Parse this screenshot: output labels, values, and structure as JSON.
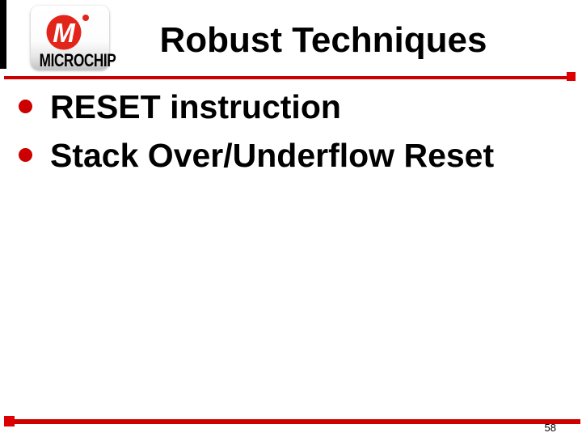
{
  "slide": {
    "title": "Robust Techniques",
    "bullets": [
      {
        "label": "RESET instruction"
      },
      {
        "label": "Stack Over/Underflow Reset"
      }
    ],
    "page_number": "58"
  },
  "logo": {
    "brand": "MICROCHIP",
    "registered_mark": "®",
    "icon": "microchip-m-icon"
  },
  "icons": {
    "bullet": "filled-circle"
  },
  "colors": {
    "accent_red": "#CC0000",
    "endcap_red": "#DD0000",
    "logo_red": "#E1251B",
    "text_black": "#000000",
    "background": "#FFFFFF"
  }
}
